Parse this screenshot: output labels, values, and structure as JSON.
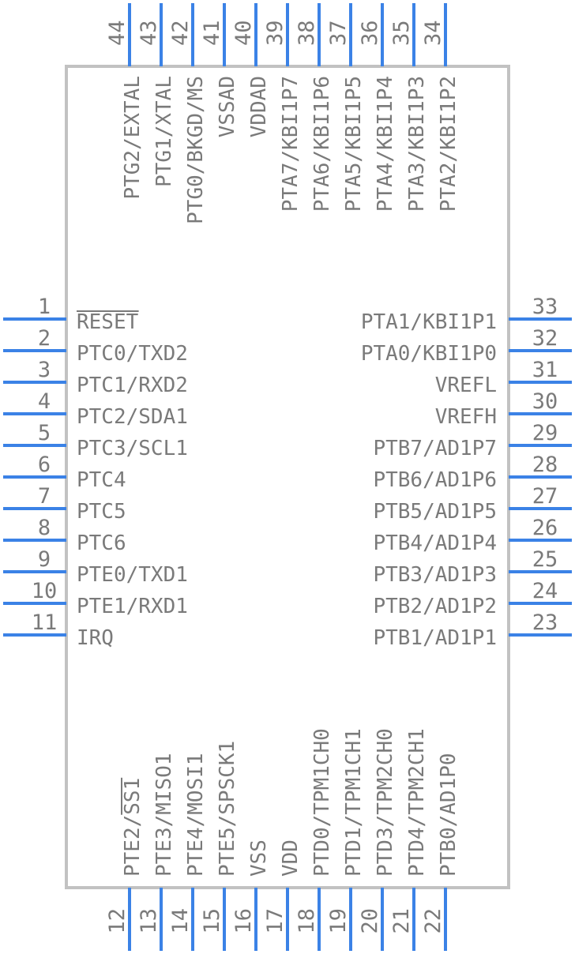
{
  "colors": {
    "pin": "#3b82e6",
    "body_border": "#c2c2c2",
    "text": "#7a7a7a",
    "background": "#ffffff"
  },
  "pins": {
    "left": [
      {
        "num": "1",
        "label": "RESET",
        "overline": true
      },
      {
        "num": "2",
        "label": "PTC0/TXD2"
      },
      {
        "num": "3",
        "label": "PTC1/RXD2"
      },
      {
        "num": "4",
        "label": "PTC2/SDA1"
      },
      {
        "num": "5",
        "label": "PTC3/SCL1"
      },
      {
        "num": "6",
        "label": "PTC4"
      },
      {
        "num": "7",
        "label": "PTC5"
      },
      {
        "num": "8",
        "label": "PTC6"
      },
      {
        "num": "9",
        "label": "PTE0/TXD1"
      },
      {
        "num": "10",
        "label": "PTE1/RXD1"
      },
      {
        "num": "11",
        "label": "IRQ"
      }
    ],
    "bottom": [
      {
        "num": "12",
        "label": "PTE2/SS1",
        "overline_part": "SS1"
      },
      {
        "num": "13",
        "label": "PTE3/MISO1"
      },
      {
        "num": "14",
        "label": "PTE4/MOSI1"
      },
      {
        "num": "15",
        "label": "PTE5/SPSCK1"
      },
      {
        "num": "16",
        "label": "VSS"
      },
      {
        "num": "17",
        "label": "VDD"
      },
      {
        "num": "18",
        "label": "PTD0/TPM1CH0"
      },
      {
        "num": "19",
        "label": "PTD1/TPM1CH1"
      },
      {
        "num": "20",
        "label": "PTD3/TPM2CH0"
      },
      {
        "num": "21",
        "label": "PTD4/TPM2CH1"
      },
      {
        "num": "22",
        "label": "PTB0/AD1P0"
      }
    ],
    "right": [
      {
        "num": "23",
        "label": "PTB1/AD1P1"
      },
      {
        "num": "24",
        "label": "PTB2/AD1P2"
      },
      {
        "num": "25",
        "label": "PTB3/AD1P3"
      },
      {
        "num": "26",
        "label": "PTB4/AD1P4"
      },
      {
        "num": "27",
        "label": "PTB5/AD1P5"
      },
      {
        "num": "28",
        "label": "PTB6/AD1P6"
      },
      {
        "num": "29",
        "label": "PTB7/AD1P7"
      },
      {
        "num": "30",
        "label": "VREFH"
      },
      {
        "num": "31",
        "label": "VREFL"
      },
      {
        "num": "32",
        "label": "PTA0/KBI1P0"
      },
      {
        "num": "33",
        "label": "PTA1/KBI1P1"
      }
    ],
    "top": [
      {
        "num": "34",
        "label": "PTA2/KBI1P2"
      },
      {
        "num": "35",
        "label": "PTA3/KBI1P3"
      },
      {
        "num": "36",
        "label": "PTA4/KBI1P4"
      },
      {
        "num": "37",
        "label": "PTA5/KBI1P5"
      },
      {
        "num": "38",
        "label": "PTA6/KBI1P6"
      },
      {
        "num": "39",
        "label": "PTA7/KBI1P7"
      },
      {
        "num": "40",
        "label": "VDDAD"
      },
      {
        "num": "41",
        "label": "VSSAD"
      },
      {
        "num": "42",
        "label": "PTG0/BKGD/MS"
      },
      {
        "num": "43",
        "label": "PTG1/XTAL"
      },
      {
        "num": "44",
        "label": "PTG2/EXTAL"
      }
    ]
  }
}
